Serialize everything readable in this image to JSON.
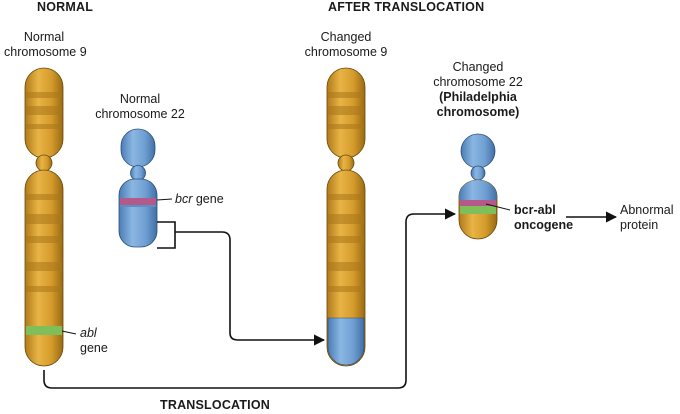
{
  "headers": {
    "normal": "NORMAL",
    "after": "AFTER TRANSLOCATION",
    "translocation": "TRANSLOCATION"
  },
  "labels": {
    "normal_chr9_line1": "Normal",
    "normal_chr9_line2": "chromosome 9",
    "normal_chr22_line1": "Normal",
    "normal_chr22_line2": "chromosome 22",
    "changed_chr9_line1": "Changed",
    "changed_chr9_line2": "chromosome 9",
    "changed_chr22_line1": "Changed",
    "changed_chr22_line2": "chromosome 22",
    "philadelphia_line1": "(Philadelphia",
    "philadelphia_line2": "chromosome)",
    "bcr_italic": "bcr",
    "bcr_rest": " gene",
    "abl_italic": "abl",
    "abl_rest": "gene",
    "oncogene_line1": "bcr-abl",
    "oncogene_line2": "oncogene",
    "protein_line1": "Abnormal",
    "protein_line2": "protein"
  },
  "colors": {
    "chr9": "#d9a233",
    "chr9_band": "#b88420",
    "chr22": "#6f9fd2",
    "bcr_band": "#b45a8a",
    "abl_band": "#7fbf5a",
    "arrow": "#111111"
  }
}
